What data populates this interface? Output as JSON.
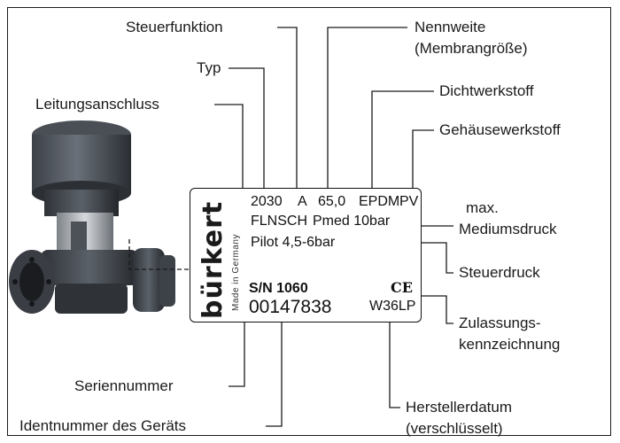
{
  "labels": {
    "steuerfunktion": "Steuerfunktion",
    "nennweite_1": "Nennweite",
    "nennweite_2": "(Membrangröße)",
    "typ": "Typ",
    "dichtwerkstoff": "Dichtwerkstoff",
    "leitungsanschluss": "Leitungsanschluss",
    "gehaeusewerkstoff": "Gehäusewerkstoff",
    "max_druck_1": "max.",
    "max_druck_2": "Mediumsdruck",
    "steuerdruck": "Steuerdruck",
    "zulassung_1": "Zulassungs-",
    "zulassung_2": "kennzeichnung",
    "seriennummer": "Seriennummer",
    "herstellerdatum_1": "Herstellerdatum",
    "herstellerdatum_2": "(verschlüsselt)",
    "identnummer": "Identnummer des Geräts"
  },
  "plate": {
    "brand": "bürkert",
    "made_in": "Made in Germany",
    "line1_type": "2030",
    "line1_function": "A",
    "line1_size": "65,0",
    "line1_seal": "EPDM",
    "line1_body": "PV",
    "line2_connection": "FLNSCH",
    "line2_pressure": "Pmed  10bar",
    "line3_pilot": "Pilot  4,5-6bar",
    "sn_label": "S/N 1060",
    "ident_number": "00147838",
    "ce_mark": "CE",
    "date_code": "W36LP"
  }
}
